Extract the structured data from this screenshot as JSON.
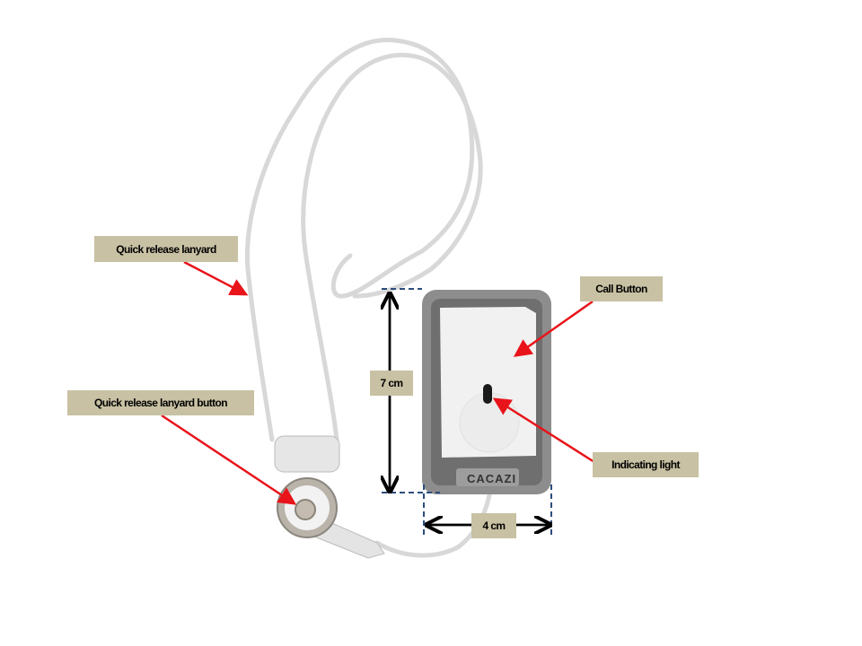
{
  "labels": {
    "lanyard": "Quick release lanyard",
    "lanyard_button": "Quick release lanyard button",
    "height": "7 cm",
    "width": "4 cm",
    "call_button": "Call Button",
    "indicating_light": "Indicating light"
  },
  "device": {
    "brand": "CACAZI"
  },
  "colors": {
    "label_bg": "#c8c1a3",
    "arrow": "#e8141a",
    "dimension_line": "#2d4d7d"
  }
}
